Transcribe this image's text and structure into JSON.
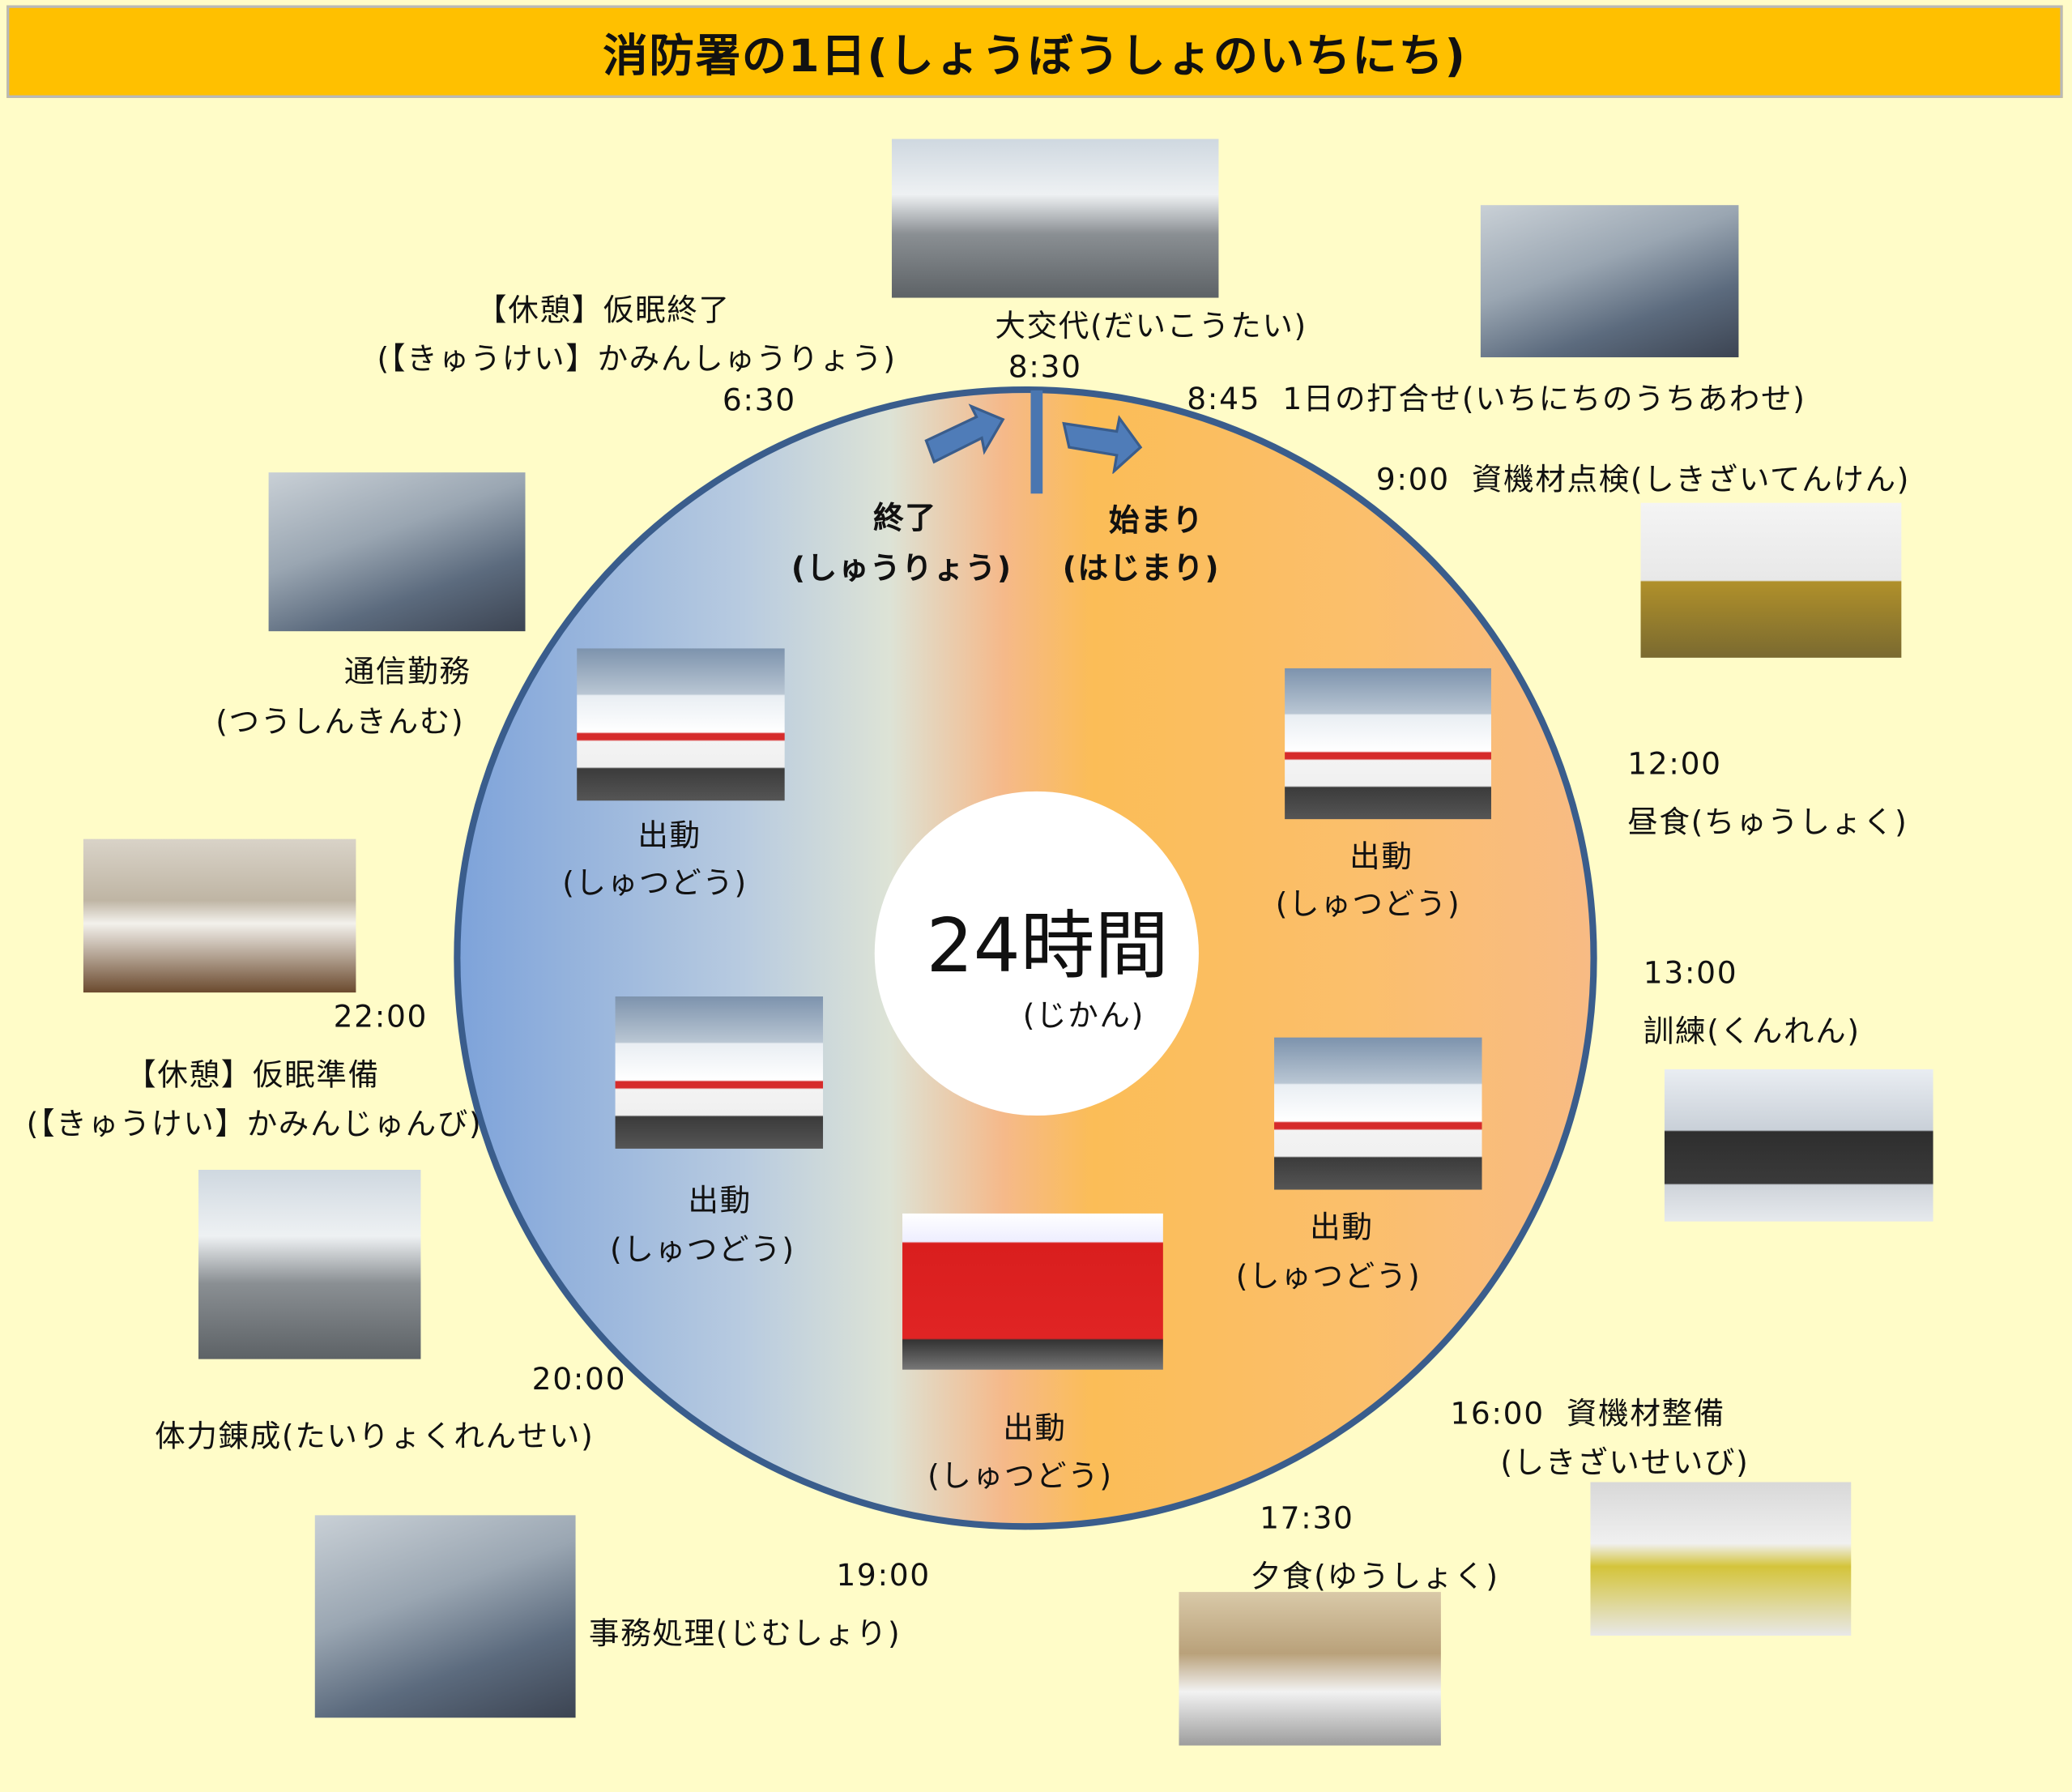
{
  "title": "消防署の1日(しょうぼうしょのいちにち)",
  "center": {
    "main": "24時間",
    "reading": "(じかん)"
  },
  "markers": {
    "end": {
      "label": "終了",
      "reading": "(しゅうりょう)"
    },
    "start": {
      "label": "始まり",
      "reading": "(はじまり)"
    }
  },
  "events": [
    {
      "time": "8:30",
      "label": "大交代(だいこうたい)"
    },
    {
      "time": "6:30",
      "label": "【休憩】仮眠終了",
      "reading": "(【きゅうけい】かみんしゅうりょう)"
    },
    {
      "time": "8:45",
      "label": "1日の打合せ(いちにちのうちあわせ)"
    },
    {
      "time": "9:00",
      "label": "資機材点検(しきざいてんけん)"
    },
    {
      "time": "12:00",
      "label": "昼食(ちゅうしょく)"
    },
    {
      "time": "13:00",
      "label": "訓練(くんれん)"
    },
    {
      "time": "16:00",
      "label": "資機材整備",
      "reading": "(しきざいせいび)"
    },
    {
      "time": "17:30",
      "label": "夕食(ゆうしょく)"
    },
    {
      "time": "19:00",
      "label": "事務処理(じむしょり)"
    },
    {
      "time": "20:00",
      "label": "体力錬成(たいりょくれんせい)"
    },
    {
      "time": "22:00",
      "label": "【休憩】仮眠準備",
      "reading": "(【きゅうけい】かみんじゅんび)"
    },
    {
      "label": "通信勤務",
      "reading": "(つうしんきんむ)"
    }
  ],
  "dispatch": {
    "label": "出動",
    "reading": "(しゅつどう)"
  },
  "colors": {
    "header": "#ffc000",
    "background": "#fffcc8",
    "ring": "#3a5d8c"
  }
}
